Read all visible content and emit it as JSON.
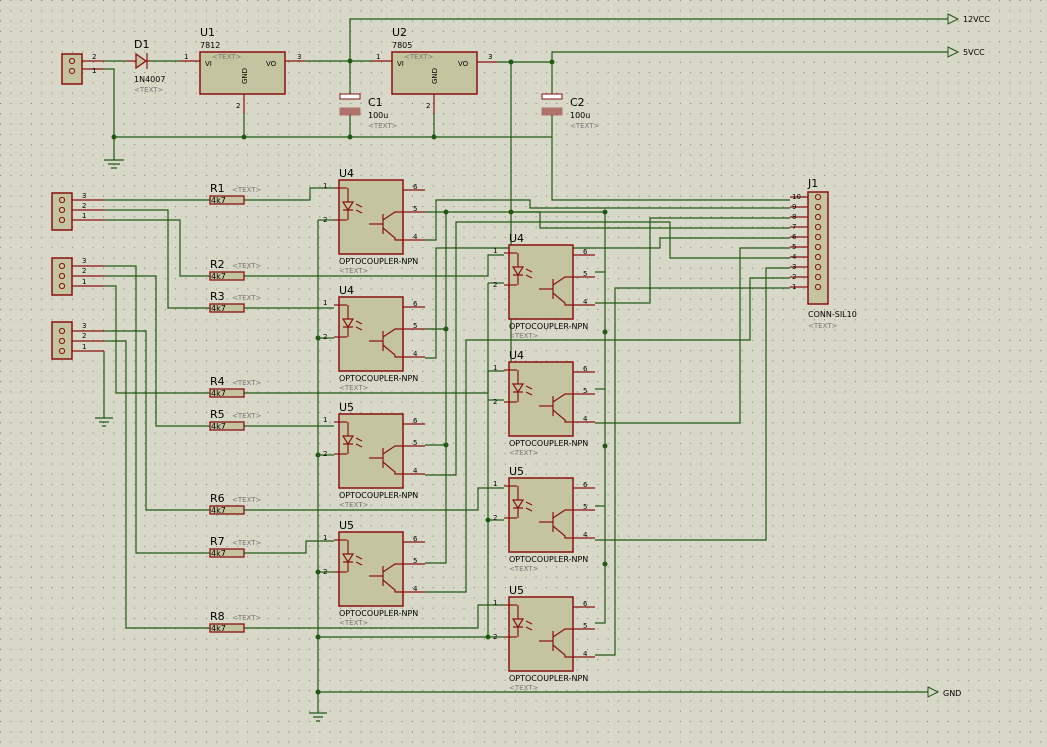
{
  "net_labels": {
    "v12": "12VCC",
    "v5": "5VCC",
    "gnd": "GND"
  },
  "u1": {
    "ref": "U1",
    "val": "7812",
    "vi": "VI",
    "vo": "VO",
    "gnd": "GND",
    "p1": "1",
    "p2": "2",
    "p3": "3",
    "text": "<TEXT>"
  },
  "u2": {
    "ref": "U2",
    "val": "7805",
    "vi": "VI",
    "vo": "VO",
    "gnd": "GND",
    "p1": "1",
    "p2": "2",
    "p3": "3",
    "text": "<TEXT>"
  },
  "d1": {
    "ref": "D1",
    "val": "1N4007",
    "text": "<TEXT>"
  },
  "c1": {
    "ref": "C1",
    "val": "100u",
    "text": "<TEXT>"
  },
  "c2": {
    "ref": "C2",
    "val": "100u",
    "text": "<TEXT>"
  },
  "j1": {
    "ref": "J1",
    "val": "CONN-SIL10",
    "text": "<TEXT>",
    "pins": [
      "10",
      "9",
      "8",
      "7",
      "6",
      "5",
      "4",
      "3",
      "2",
      "1"
    ]
  },
  "resistors": [
    {
      "ref": "R1",
      "val": "4k7",
      "text": "<TEXT>"
    },
    {
      "ref": "R2",
      "val": "4k7",
      "text": "<TEXT>"
    },
    {
      "ref": "R3",
      "val": "4k7",
      "text": "<TEXT>"
    },
    {
      "ref": "R4",
      "val": "4k7",
      "text": "<TEXT>"
    },
    {
      "ref": "R5",
      "val": "4k7",
      "text": "<TEXT>"
    },
    {
      "ref": "R6",
      "val": "4k7",
      "text": "<TEXT>"
    },
    {
      "ref": "R7",
      "val": "4k7",
      "text": "<TEXT>"
    },
    {
      "ref": "R8",
      "val": "4k7",
      "text": "<TEXT>"
    }
  ],
  "optos": [
    {
      "ref": "U4",
      "val": "OPTOCOUPLER-NPN",
      "text": "<TEXT>"
    },
    {
      "ref": "U4",
      "val": "OPTOCOUPLER-NPN",
      "text": "<TEXT>"
    },
    {
      "ref": "U4",
      "val": "OPTOCOUPLER-NPN",
      "text": "<TEXT>"
    },
    {
      "ref": "U4",
      "val": "OPTOCOUPLER-NPN",
      "text": "<TEXT>"
    },
    {
      "ref": "U5",
      "val": "OPTOCOUPLER-NPN",
      "text": "<TEXT>"
    },
    {
      "ref": "U5",
      "val": "OPTOCOUPLER-NPN",
      "text": "<TEXT>"
    },
    {
      "ref": "U5",
      "val": "OPTOCOUPLER-NPN",
      "text": "<TEXT>"
    },
    {
      "ref": "U5",
      "val": "OPTOCOUPLER-NPN",
      "text": "<TEXT>"
    }
  ],
  "opto_pins": {
    "p1": "1",
    "p2": "2",
    "p4": "4",
    "p5": "5",
    "p6": "6"
  },
  "conn_pins": {
    "p1": "1",
    "p2": "2",
    "p3": "3"
  }
}
